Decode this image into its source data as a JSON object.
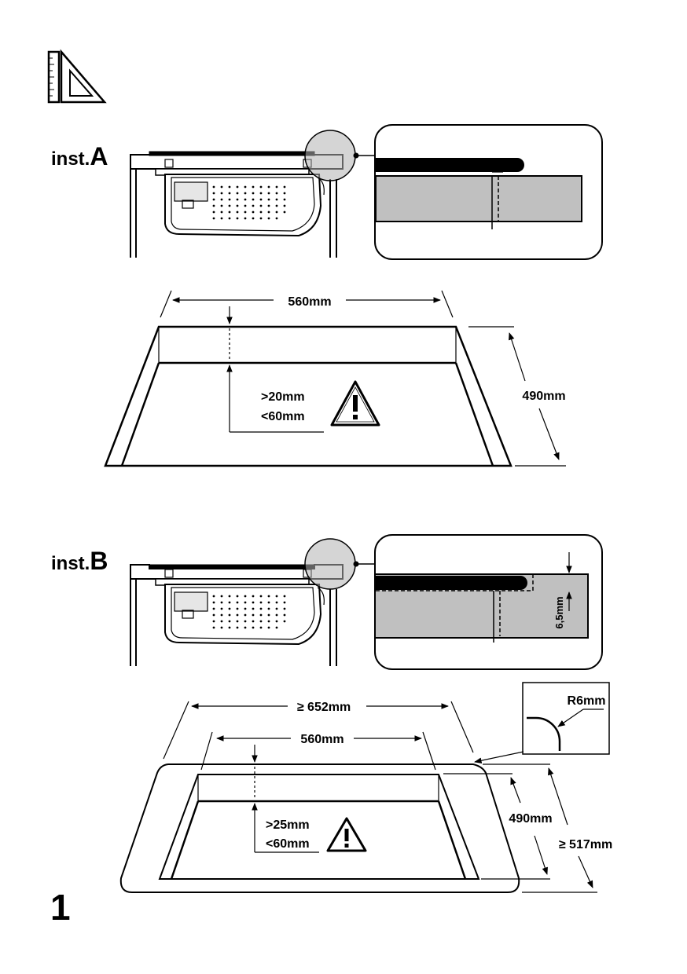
{
  "inst_a": {
    "prefix": "inst.",
    "letter": "A",
    "width_label": "560mm",
    "depth_label": "490mm",
    "min_label": ">20mm",
    "max_label": "<60mm"
  },
  "inst_b": {
    "prefix": "inst.",
    "letter": "B",
    "outer_width_label": "≥ 652mm",
    "width_label": "560mm",
    "depth_label": "490mm",
    "outer_depth_label": "≥ 517mm",
    "min_label": ">25mm",
    "max_label": "<60mm",
    "radius_label": "R6mm",
    "step_label": "6,5mm"
  },
  "page_number": "1",
  "colors": {
    "ink": "#000000",
    "countertop": "#c0c0c0",
    "callout": "#b3b3b3"
  }
}
